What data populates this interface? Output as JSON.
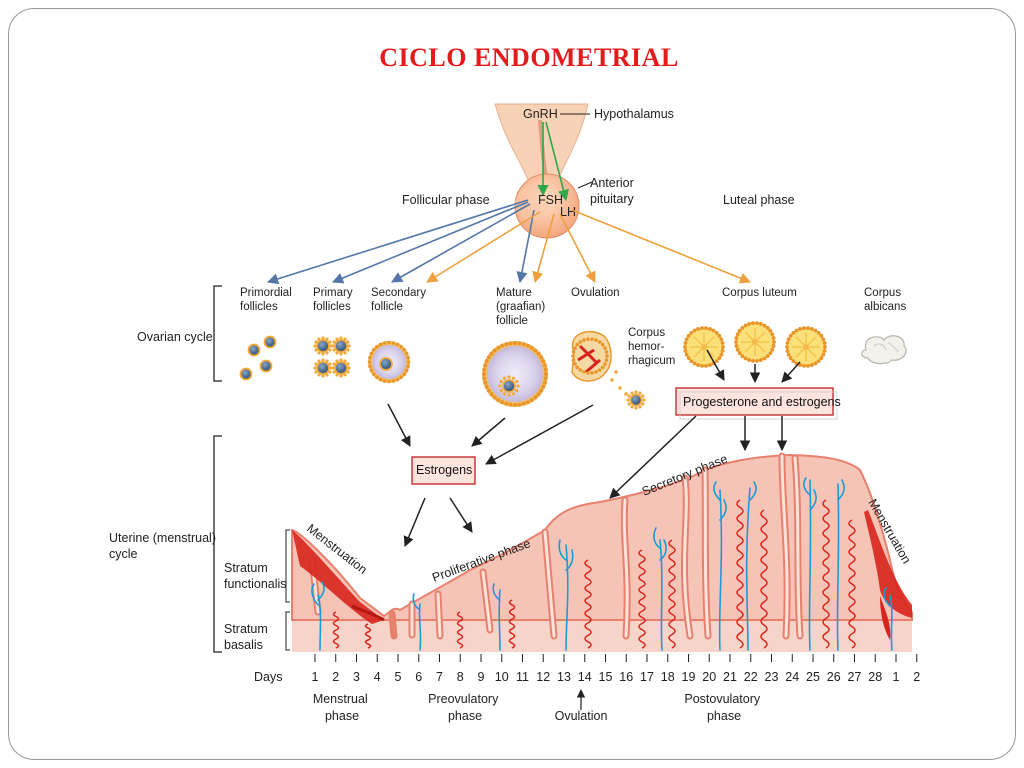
{
  "slide": {
    "title": "CICLO ENDOMETRIAL"
  },
  "hormones": {
    "gnrh": "GnRH",
    "hypothalamus": "Hypothalamus",
    "fsh": "FSH",
    "lh": "LH",
    "anterior_pituitary": [
      "Anterior",
      "pituitary"
    ]
  },
  "phases": {
    "follicular": "Follicular phase",
    "luteal": "Luteal phase",
    "proliferative": "Proliferative phase",
    "secretory": "Secretory phase",
    "menstruation": "Menstruation"
  },
  "ovarian": {
    "cycle_label": "Ovarian cycle",
    "stages": [
      [
        "Primordial",
        "follicles"
      ],
      [
        "Primary",
        "follicles"
      ],
      [
        "Secondary",
        "follicle"
      ],
      [
        "Mature",
        "(graafian)",
        "follicle"
      ],
      [
        "Ovulation"
      ],
      [
        "Corpus luteum"
      ],
      [
        "Corpus",
        "albicans"
      ]
    ],
    "corpus_hemorrhagicum": [
      "Corpus",
      "hemor-",
      "rhagicum"
    ]
  },
  "boxes": {
    "estrogens": "Estrogens",
    "progesterone": "Progesterone and estrogens"
  },
  "uterine": {
    "cycle_label": [
      "Uterine (menstrual)",
      "cycle"
    ],
    "stratum_functionalis": [
      "Stratum",
      "functionalis"
    ],
    "stratum_basalis": [
      "Stratum",
      "basalis"
    ]
  },
  "timeline": {
    "days_label": "Days",
    "days": [
      "1",
      "2",
      "3",
      "4",
      "5",
      "6",
      "7",
      "8",
      "9",
      "10",
      "11",
      "12",
      "13",
      "14",
      "15",
      "16",
      "17",
      "18",
      "19",
      "20",
      "21",
      "22",
      "23",
      "24",
      "25",
      "26",
      "27",
      "28",
      "1",
      "2"
    ],
    "phase_labels": [
      [
        "Menstrual",
        "phase"
      ],
      [
        "Preovulatory",
        "phase"
      ],
      [
        "Ovulation"
      ],
      [
        "Postovulatory",
        "phase"
      ]
    ]
  },
  "colors": {
    "title": "#e31b1b",
    "endometrium": "#f6c4b7",
    "endometrium_edge": "#e8806e",
    "blood": "#d8251c",
    "vessel_blue": "#1c9ad6",
    "fsh_arrow": "#5477a8",
    "lh_arrow": "#efa03e",
    "follicle_orange": "#f0a93a",
    "box_border": "#c83c3c",
    "box_fill": "#fde4de"
  }
}
